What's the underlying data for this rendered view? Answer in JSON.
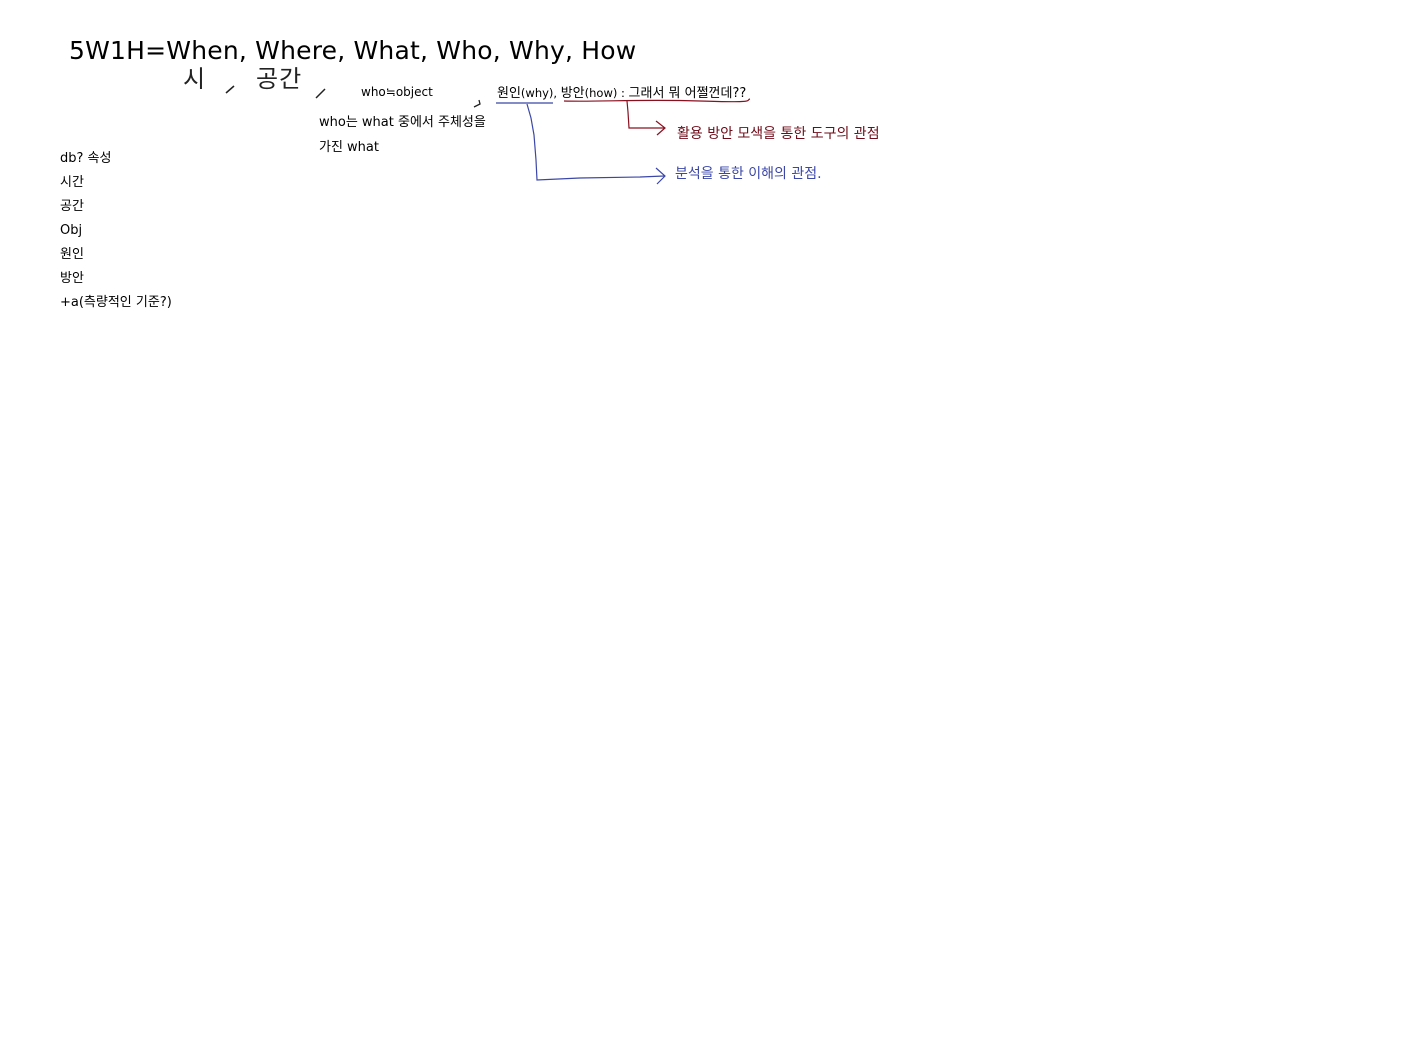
{
  "title": "5W1H=When, Where, What, Who, Why, How",
  "handwriting": {
    "si": "시",
    "gonggan": "공간"
  },
  "who_object": "who≒object",
  "subline": {
    "wonin": "원인",
    "why": "(why), ",
    "bangan": "방안",
    "how": "(how) : ",
    "question": "그래서 뭐 어쩔껀데??"
  },
  "who_note": {
    "line1": "who는 what 중에서 주체성을",
    "line2": "가진 what"
  },
  "notes": {
    "red": "활용 방안 모색을 통한 도구의 관점",
    "blue": "분석을 통한 이해의 관점."
  },
  "db_list": [
    "db? 속성",
    "시간",
    "공간",
    "Obj",
    "원인",
    "방안",
    "+a(측량적인 기준?)"
  ],
  "colors": {
    "background": "#ffffff",
    "text": "#000000",
    "red_annotation": "#6e0c1a",
    "blue_annotation": "#3b47a8"
  }
}
